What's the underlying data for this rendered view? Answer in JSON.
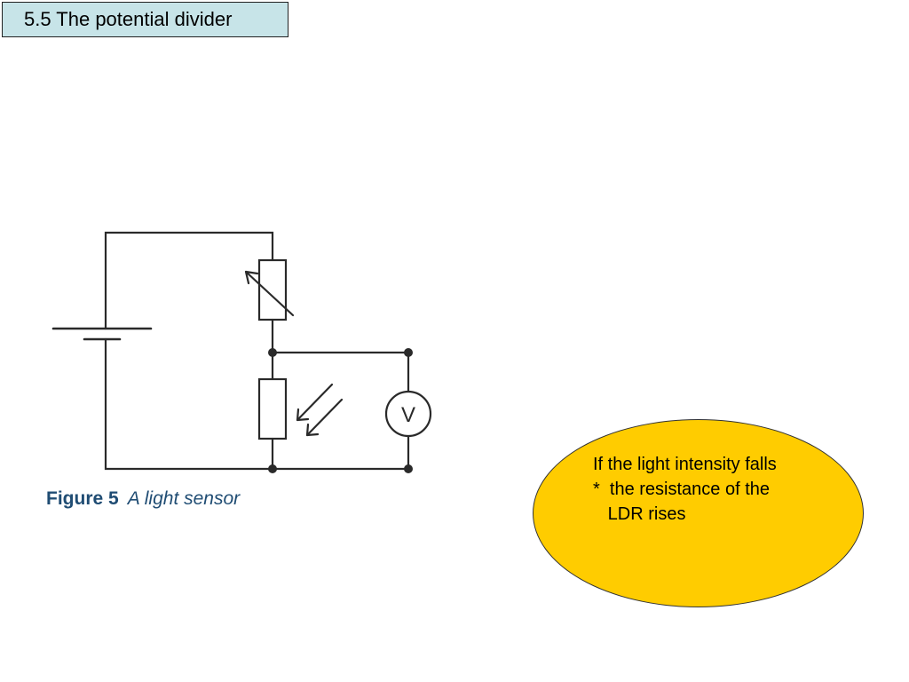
{
  "slide": {
    "title": "5.5 The potential divider"
  },
  "figure": {
    "number": "Figure 5",
    "caption": "A light sensor",
    "voltmeter_symbol": "V"
  },
  "callout": {
    "lines": [
      "If the light intensity falls",
      "*  the resistance of the",
      "   LDR rises"
    ],
    "fill_color": "#ffcc00"
  }
}
